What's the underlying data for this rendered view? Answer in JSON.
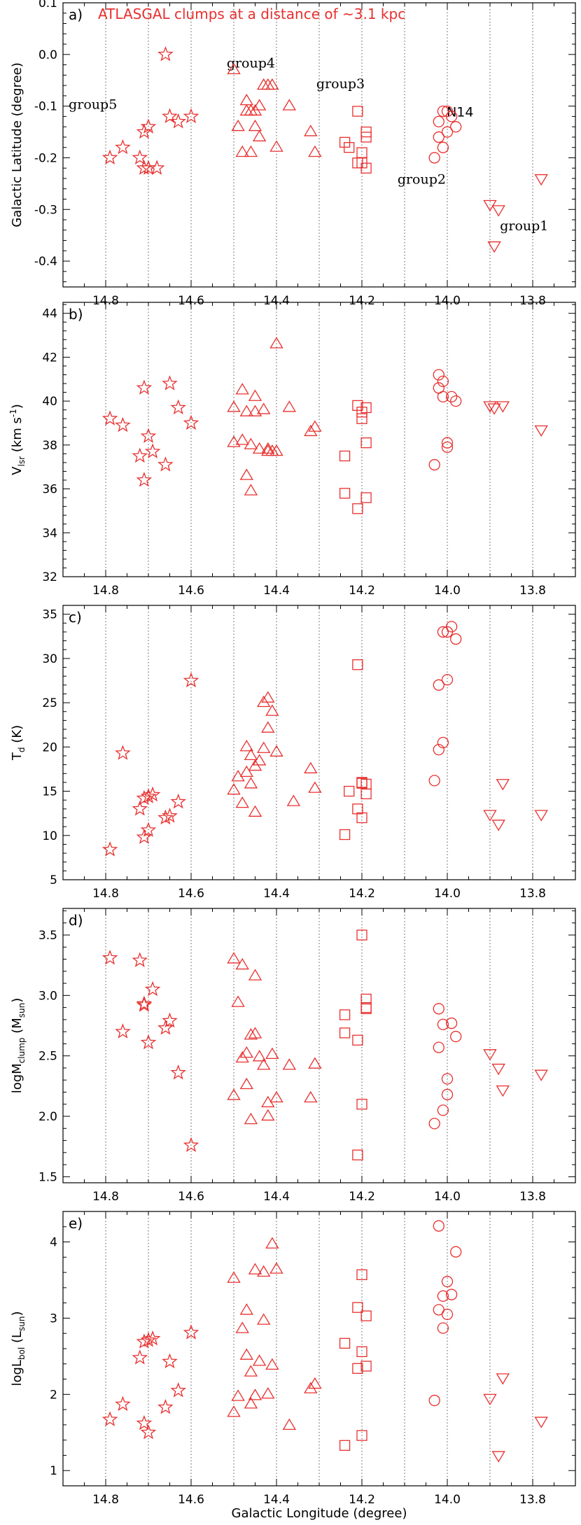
{
  "figure": {
    "xlabel": "Galactic Longitude (degree)"
  },
  "chart_data": [
    {
      "type": "scatter",
      "panel_label": "a)",
      "title": "ATLASGAL clumps at a distance of ~3.1 kpc",
      "ylabel": "Galactic Latitude (degree)",
      "xlim": [
        14.9,
        13.7
      ],
      "ylim": [
        -0.45,
        0.1
      ],
      "yticks": [
        0.1,
        0.0,
        -0.1,
        -0.2,
        -0.3,
        -0.4
      ],
      "ytick_labels": [
        "0.1",
        "0.0",
        "-0.1",
        "-0.2",
        "-0.3",
        "-0.4"
      ],
      "xticks": [
        14.8,
        14.6,
        14.4,
        14.2,
        14.0,
        13.8
      ],
      "xtick_labels": [
        "14.8",
        "14.6",
        "14.4",
        "14.2",
        "14.0",
        "13.8"
      ],
      "vlines": [
        14.8,
        14.7,
        14.6,
        14.5,
        14.4,
        14.3,
        14.2,
        14.1,
        14.0,
        13.9,
        13.8
      ],
      "annotations": [
        {
          "text": "group5",
          "x": 14.83,
          "y": -0.105
        },
        {
          "text": "group4",
          "x": 14.46,
          "y": -0.025
        },
        {
          "text": "group3",
          "x": 14.25,
          "y": -0.065
        },
        {
          "text": "N14",
          "x": 13.97,
          "y": -0.12
        },
        {
          "text": "group2",
          "x": 14.06,
          "y": -0.25
        },
        {
          "text": "group1",
          "x": 13.82,
          "y": -0.34
        }
      ],
      "series": [
        {
          "marker": "star",
          "x": [
            14.79,
            14.76,
            14.72,
            14.71,
            14.71,
            14.7,
            14.7,
            14.68,
            14.66,
            14.65,
            14.63,
            14.6
          ],
          "y": [
            -0.2,
            -0.18,
            -0.2,
            -0.15,
            -0.22,
            -0.14,
            -0.22,
            -0.22,
            0.0,
            -0.12,
            -0.13,
            -0.12
          ]
        },
        {
          "marker": "triangle-up",
          "x": [
            14.5,
            14.49,
            14.48,
            14.47,
            14.47,
            14.46,
            14.46,
            14.45,
            14.45,
            14.44,
            14.44,
            14.43,
            14.42,
            14.41,
            14.4,
            14.37,
            14.32,
            14.31
          ],
          "y": [
            -0.03,
            -0.14,
            -0.19,
            -0.09,
            -0.11,
            -0.11,
            -0.19,
            -0.14,
            -0.11,
            -0.1,
            -0.16,
            -0.06,
            -0.06,
            -0.06,
            -0.18,
            -0.1,
            -0.15,
            -0.19
          ]
        },
        {
          "marker": "square",
          "x": [
            14.24,
            14.23,
            14.21,
            14.21,
            14.2,
            14.2,
            14.19,
            14.19,
            14.19
          ],
          "y": [
            -0.17,
            -0.18,
            -0.11,
            -0.21,
            -0.21,
            -0.19,
            -0.22,
            -0.16,
            -0.15
          ]
        },
        {
          "marker": "circle",
          "x": [
            14.03,
            14.02,
            14.02,
            14.01,
            14.01,
            14.0,
            14.0,
            13.99,
            13.98
          ],
          "y": [
            -0.2,
            -0.13,
            -0.16,
            -0.11,
            -0.18,
            -0.11,
            -0.15,
            -0.12,
            -0.14
          ]
        },
        {
          "marker": "triangle-down",
          "x": [
            13.9,
            13.89,
            13.88,
            13.78
          ],
          "y": [
            -0.29,
            -0.37,
            -0.3,
            -0.24
          ]
        }
      ]
    },
    {
      "type": "scatter",
      "panel_label": "b)",
      "ylabel": "V_lsr (km s^-1)",
      "xlim": [
        14.9,
        13.7
      ],
      "ylim": [
        32,
        44.5
      ],
      "yticks": [
        32,
        34,
        36,
        38,
        40,
        42,
        44
      ],
      "ytick_labels": [
        "32",
        "34",
        "36",
        "38",
        "40",
        "42",
        "44"
      ],
      "xticks": [
        14.8,
        14.6,
        14.4,
        14.2,
        14.0,
        13.8
      ],
      "xtick_labels": [
        "14.8",
        "14.6",
        "14.4",
        "14.2",
        "14.0",
        "13.8"
      ],
      "vlines": [
        14.8,
        14.7,
        14.6,
        14.5,
        14.4,
        14.3,
        14.2,
        14.1,
        14.0,
        13.9,
        13.8
      ],
      "series": [
        {
          "marker": "star",
          "x": [
            14.79,
            14.76,
            14.72,
            14.71,
            14.71,
            14.7,
            14.69,
            14.66,
            14.65,
            14.63,
            14.6
          ],
          "y": [
            39.2,
            38.9,
            37.5,
            36.4,
            40.6,
            38.4,
            37.7,
            37.1,
            40.8,
            39.7,
            39.0
          ]
        },
        {
          "marker": "triangle-up",
          "x": [
            14.5,
            14.5,
            14.48,
            14.48,
            14.47,
            14.47,
            14.46,
            14.46,
            14.45,
            14.45,
            14.44,
            14.43,
            14.42,
            14.42,
            14.41,
            14.4,
            14.4,
            14.37,
            14.32,
            14.31
          ],
          "y": [
            38.1,
            39.7,
            38.2,
            40.5,
            36.6,
            39.5,
            35.9,
            38.0,
            40.2,
            39.5,
            37.8,
            39.6,
            37.7,
            37.8,
            37.7,
            37.7,
            42.6,
            39.7,
            38.6,
            38.8
          ]
        },
        {
          "marker": "square",
          "x": [
            14.24,
            14.24,
            14.21,
            14.21,
            14.2,
            14.2,
            14.19,
            14.19,
            14.19
          ],
          "y": [
            37.5,
            35.8,
            35.1,
            39.8,
            39.5,
            39.2,
            35.6,
            38.1,
            39.7
          ]
        },
        {
          "marker": "circle",
          "x": [
            14.03,
            14.02,
            14.02,
            14.01,
            14.01,
            14.0,
            14.0,
            13.99,
            13.98
          ],
          "y": [
            37.1,
            41.2,
            40.6,
            40.2,
            40.9,
            37.9,
            38.1,
            40.2,
            40.0
          ]
        },
        {
          "marker": "triangle-down",
          "x": [
            13.9,
            13.89,
            13.87,
            13.78
          ],
          "y": [
            39.8,
            39.7,
            39.8,
            38.7
          ]
        }
      ]
    },
    {
      "type": "scatter",
      "panel_label": "c)",
      "ylabel": "T_d (K)",
      "xlim": [
        14.9,
        13.7
      ],
      "ylim": [
        5,
        36
      ],
      "yticks": [
        5,
        10,
        15,
        20,
        25,
        30,
        35
      ],
      "ytick_labels": [
        "5",
        "10",
        "15",
        "20",
        "25",
        "30",
        "35"
      ],
      "xticks": [
        14.8,
        14.6,
        14.4,
        14.2,
        14.0,
        13.8
      ],
      "xtick_labels": [
        "14.8",
        "14.6",
        "14.4",
        "14.2",
        "14.0",
        "13.8"
      ],
      "vlines": [
        14.8,
        14.7,
        14.6,
        14.5,
        14.4,
        14.3,
        14.2,
        14.1,
        14.0,
        13.9,
        13.8
      ],
      "series": [
        {
          "marker": "star",
          "x": [
            14.79,
            14.76,
            14.72,
            14.71,
            14.71,
            14.7,
            14.7,
            14.69,
            14.66,
            14.65,
            14.63,
            14.6
          ],
          "y": [
            8.4,
            19.3,
            13.0,
            9.8,
            14.2,
            14.4,
            10.6,
            14.6,
            12.0,
            12.2,
            13.8,
            27.5
          ]
        },
        {
          "marker": "triangle-up",
          "x": [
            14.5,
            14.49,
            14.48,
            14.47,
            14.47,
            14.46,
            14.46,
            14.45,
            14.45,
            14.44,
            14.43,
            14.43,
            14.42,
            14.42,
            14.41,
            14.4,
            14.36,
            14.32,
            14.31
          ],
          "y": [
            15.1,
            16.6,
            13.6,
            17.1,
            20.0,
            15.8,
            19.0,
            12.6,
            17.8,
            18.4,
            25.0,
            19.8,
            22.1,
            25.5,
            24.0,
            19.4,
            13.8,
            17.5,
            15.3
          ]
        },
        {
          "marker": "square",
          "x": [
            14.24,
            14.23,
            14.21,
            14.21,
            14.2,
            14.2,
            14.2,
            14.19,
            14.19
          ],
          "y": [
            10.1,
            15.0,
            29.3,
            13.0,
            12.0,
            15.9,
            16.0,
            15.8,
            14.7
          ]
        },
        {
          "marker": "circle",
          "x": [
            14.03,
            14.02,
            14.02,
            14.01,
            14.01,
            14.0,
            14.0,
            13.99,
            13.98
          ],
          "y": [
            16.2,
            27.0,
            19.7,
            33.0,
            20.5,
            27.6,
            33.0,
            33.6,
            32.2
          ]
        },
        {
          "marker": "triangle-down",
          "x": [
            13.9,
            13.88,
            13.87,
            13.78
          ],
          "y": [
            12.4,
            11.3,
            15.9,
            12.4
          ]
        }
      ]
    },
    {
      "type": "scatter",
      "panel_label": "d)",
      "ylabel": "logM_clump (M_sun)",
      "xlim": [
        14.9,
        13.7
      ],
      "ylim": [
        1.45,
        3.72
      ],
      "yticks": [
        1.5,
        2.0,
        2.5,
        3.0,
        3.5
      ],
      "ytick_labels": [
        "1.5",
        "2.0",
        "2.5",
        "3.0",
        "3.5"
      ],
      "xticks": [
        14.8,
        14.6,
        14.4,
        14.2,
        14.0,
        13.8
      ],
      "xtick_labels": [
        "14.8",
        "14.6",
        "14.4",
        "14.2",
        "14.0",
        "13.8"
      ],
      "vlines": [
        14.8,
        14.7,
        14.6,
        14.5,
        14.4,
        14.3,
        14.2,
        14.1,
        14.0,
        13.9,
        13.8
      ],
      "series": [
        {
          "marker": "star",
          "x": [
            14.79,
            14.76,
            14.72,
            14.71,
            14.71,
            14.7,
            14.69,
            14.66,
            14.65,
            14.63,
            14.6
          ],
          "y": [
            3.31,
            2.7,
            3.29,
            2.93,
            2.92,
            2.61,
            3.05,
            2.73,
            2.79,
            2.36,
            1.76
          ]
        },
        {
          "marker": "triangle-up",
          "x": [
            14.5,
            14.5,
            14.49,
            14.48,
            14.48,
            14.47,
            14.47,
            14.46,
            14.46,
            14.45,
            14.45,
            14.44,
            14.43,
            14.42,
            14.42,
            14.41,
            14.4,
            14.37,
            14.32,
            14.31
          ],
          "y": [
            3.3,
            2.17,
            2.94,
            3.25,
            2.48,
            2.26,
            2.52,
            2.67,
            1.97,
            3.16,
            2.68,
            2.49,
            2.42,
            2.0,
            2.11,
            2.51,
            2.15,
            2.42,
            2.15,
            2.43
          ]
        },
        {
          "marker": "square",
          "x": [
            14.24,
            14.24,
            14.21,
            14.21,
            14.2,
            14.2,
            14.19,
            14.19,
            14.19
          ],
          "y": [
            2.84,
            2.69,
            1.68,
            2.63,
            2.1,
            3.5,
            2.89,
            2.97,
            2.9
          ]
        },
        {
          "marker": "circle",
          "x": [
            14.03,
            14.02,
            14.02,
            14.01,
            14.01,
            14.0,
            14.0,
            13.99,
            13.98
          ],
          "y": [
            1.94,
            2.89,
            2.57,
            2.05,
            2.76,
            2.18,
            2.31,
            2.77,
            2.66
          ]
        },
        {
          "marker": "triangle-down",
          "x": [
            13.9,
            13.88,
            13.87,
            13.78
          ],
          "y": [
            2.52,
            2.4,
            2.22,
            2.35
          ]
        }
      ]
    },
    {
      "type": "scatter",
      "panel_label": "e)",
      "ylabel": "logL_bol (L_sun)",
      "xlim": [
        14.9,
        13.7
      ],
      "ylim": [
        0.8,
        4.4
      ],
      "yticks": [
        1,
        2,
        3,
        4
      ],
      "ytick_labels": [
        "1",
        "2",
        "3",
        "4"
      ],
      "xticks": [
        14.8,
        14.6,
        14.4,
        14.2,
        14.0,
        13.8
      ],
      "xtick_labels": [
        "14.8",
        "14.6",
        "14.4",
        "14.2",
        "14.0",
        "13.8"
      ],
      "vlines": [
        14.8,
        14.7,
        14.6,
        14.5,
        14.4,
        14.3,
        14.2,
        14.1,
        14.0,
        13.9,
        13.8
      ],
      "series": [
        {
          "marker": "star",
          "x": [
            14.79,
            14.76,
            14.72,
            14.71,
            14.71,
            14.7,
            14.7,
            14.69,
            14.66,
            14.65,
            14.63,
            14.6
          ],
          "y": [
            1.67,
            1.87,
            2.48,
            1.62,
            2.69,
            2.71,
            1.5,
            2.73,
            1.83,
            2.43,
            2.05,
            2.81
          ]
        },
        {
          "marker": "triangle-up",
          "x": [
            14.5,
            14.5,
            14.49,
            14.48,
            14.47,
            14.47,
            14.46,
            14.46,
            14.45,
            14.45,
            14.44,
            14.43,
            14.43,
            14.42,
            14.41,
            14.41,
            14.4,
            14.37,
            14.32,
            14.31
          ],
          "y": [
            1.76,
            3.52,
            1.97,
            2.86,
            2.51,
            3.1,
            1.87,
            2.29,
            3.63,
            1.98,
            2.43,
            3.6,
            2.97,
            2.0,
            3.97,
            2.38,
            3.64,
            1.59,
            2.07,
            2.13
          ]
        },
        {
          "marker": "square",
          "x": [
            14.24,
            14.24,
            14.21,
            14.21,
            14.2,
            14.2,
            14.2,
            14.19,
            14.19
          ],
          "y": [
            1.33,
            2.67,
            3.14,
            2.34,
            1.46,
            3.57,
            2.56,
            2.37,
            3.03
          ]
        },
        {
          "marker": "circle",
          "x": [
            14.03,
            14.02,
            14.02,
            14.01,
            14.01,
            14.0,
            14.0,
            13.99,
            13.98
          ],
          "y": [
            1.92,
            4.21,
            3.11,
            2.87,
            3.29,
            3.05,
            3.48,
            3.31,
            3.87
          ]
        },
        {
          "marker": "triangle-down",
          "x": [
            13.9,
            13.88,
            13.87,
            13.78
          ],
          "y": [
            1.95,
            1.2,
            2.22,
            1.65
          ]
        }
      ]
    }
  ]
}
